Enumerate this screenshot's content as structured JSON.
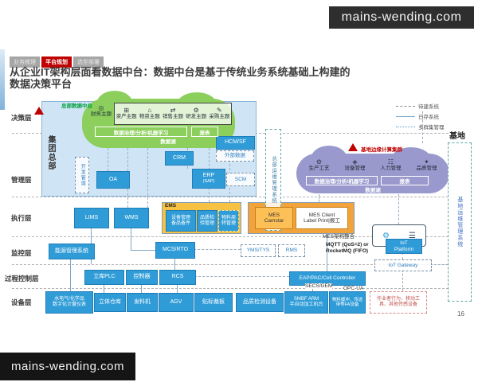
{
  "watermark_top": "mains-wending.com",
  "watermark_bottom": "mains-wending.com",
  "tabs": [
    {
      "label": "业务梳理",
      "active": false
    },
    {
      "label": "平台规划",
      "active": true
    },
    {
      "label": "选型部署",
      "active": false
    }
  ],
  "title_line1": "从企业IT架构层面看数据中台：数据中台是基于传统业务系统基础上构建的",
  "title_line2": "数据决策平台",
  "layers": {
    "l1": "决策层",
    "l2": "管理层",
    "l3": "执行层",
    "l4": "监控层",
    "l5": "过程控制层",
    "l6": "设备层"
  },
  "legend": {
    "item1": "待建系统",
    "item2": "已存系统",
    "item3": "多群集管理"
  },
  "hq": {
    "group_label": "集团总部",
    "dev_mgmt": "开发管理",
    "ops_vertical": "总部运维管理系统",
    "oa": "OA",
    "crm": "CRM",
    "erp_l1": "ERP",
    "erp_l2": "(SAP)",
    "hcm": "HCM/SF",
    "external_data": "外部数据",
    "scm": "SCM"
  },
  "hq_cloud": {
    "label": "总部数据中台",
    "themes": [
      {
        "icon": "◎",
        "label": "财务主题"
      },
      {
        "icon": "⊞",
        "label": "资产主题"
      },
      {
        "icon": "⌂",
        "label": "物资主题"
      },
      {
        "icon": "⇄",
        "label": "销售主题"
      },
      {
        "icon": "⚙",
        "label": "研发主题"
      },
      {
        "icon": "✎",
        "label": "采购主题"
      }
    ],
    "band1": "数据治理/分析/机器学习",
    "band2": "报表",
    "lake": "数据湖"
  },
  "base_cloud": {
    "label": "基地边缘计算集群",
    "themes": [
      {
        "icon": "⚙",
        "label": "生产工艺"
      },
      {
        "icon": "◈",
        "label": "设备管理"
      },
      {
        "icon": "☷",
        "label": "人力管理"
      },
      {
        "icon": "✦",
        "label": "品质管理"
      }
    ],
    "band1": "数据治理/分析/机器学习",
    "band2": "报表",
    "lake": "数据湖"
  },
  "base_col": {
    "header": "基地",
    "ops_vertical": "基地运维管理系统"
  },
  "execution": {
    "lims": "LIMS",
    "wms": "WMS",
    "ems_label": "EMS",
    "ems_boxes": [
      {
        "l1": "设备管理",
        "l2": "备品备件"
      },
      {
        "l1": "品质检",
        "l2": "验管理"
      },
      {
        "l1": "物料周",
        "l2": "转管理"
      }
    ],
    "mes_camstar_l1": "MES",
    "mes_camstar_l2": "Camstar",
    "mes_client_l1": "MES Client",
    "mes_client_l2": "Label Print|报工",
    "mes_caption": "MES架构整合"
  },
  "monitoring": {
    "energy": "能源管理系统",
    "mcs": "MCS/RTO",
    "yms": "YMS/TYS",
    "rms": "RMS",
    "mqtt_l1": "MQTT (QoS=2) or",
    "mqtt_l2": "RocketMQ (FIFO)",
    "iot_platform_l1": "IoT",
    "iot_platform_l2": "Platform",
    "iot_gateway": "IoT Gateway",
    "iot_icons": {
      "cluster": "⚙",
      "database": "☰"
    }
  },
  "process": {
    "plc": "立库PLC",
    "controller": "控制器",
    "rcs": "RCS",
    "eap": "EAP/PAC/Cell Controller",
    "secs": "SECS/GEM",
    "opcua": "OPC-UA"
  },
  "devices": [
    {
      "l1": "水电气/化学品",
      "l2": "数字化计量仪表"
    },
    {
      "l1": "立体仓库",
      "l2": ""
    },
    {
      "l1": "发料机",
      "l2": ""
    },
    {
      "l1": "AGV",
      "l2": ""
    },
    {
      "l1": "贴标裁板",
      "l2": ""
    },
    {
      "l1": "品质检测设备",
      "l2": ""
    },
    {
      "l1": "SMBF ARM",
      "l2": "半自动加工机台"
    },
    {
      "l1": "物料缓冲、传送",
      "l2": "带等FA设备"
    },
    {
      "l1": "作业者行为、移动工",
      "l2": "具、其他传感设备"
    }
  ],
  "page_number": "16",
  "colors": {
    "accent_blue": "#2f9cd8",
    "hq_fill": "#cfe4f5",
    "cloud_green": "#8ccf5c",
    "cloud_purple": "#9a99cd",
    "ems_yellow": "#f7c244",
    "mes_orange": "#f2a33c",
    "alert_red": "#c00000"
  }
}
